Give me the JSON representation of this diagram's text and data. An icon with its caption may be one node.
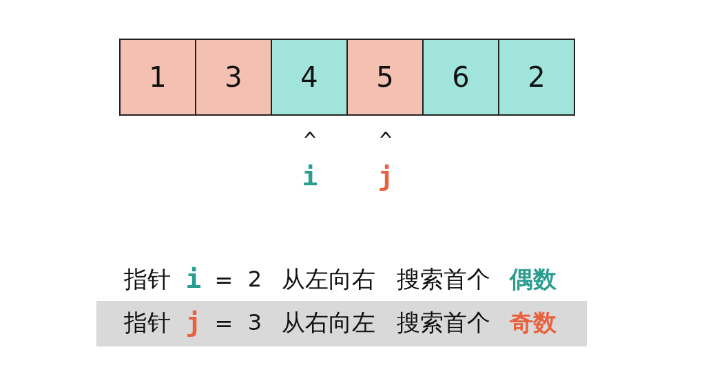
{
  "diagram": {
    "nodes": [
      {
        "text": [
          "1"
        ]
      },
      {
        "text": [
          "3"
        ]
      },
      {
        "text": [
          "4"
        ]
      },
      {
        "text": [
          "5"
        ]
      },
      {
        "text": [
          "6"
        ]
      },
      {
        "text": [
          "2"
        ]
      },
      {
        "text": [
          "指针",
          "j",
          "=",
          "3",
          "从右向左",
          "搜索首个",
          "奇数"
        ]
      }
    ],
    "labels": [
      "^",
      "^",
      "i",
      "j",
      "指针",
      "i",
      "=",
      "2",
      "从左向右",
      "搜索首个",
      "偶数"
    ]
  }
}
